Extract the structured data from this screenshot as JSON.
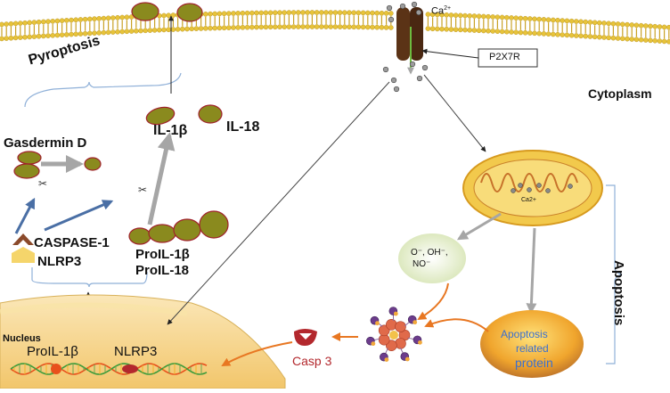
{
  "labels": {
    "ca": "Ca",
    "ca_sup": "2+",
    "p2x7r": "P2X7R",
    "cytoplasm": "Cytoplasm",
    "pyroptosis": "Pyroptosis",
    "apoptosis": "Apoptosis",
    "gasdermin": "Gasdermin D",
    "il1b": "IL-1β",
    "il18": "IL-18",
    "caspase1": "CASPASE-1",
    "nlrp3": "NLRP3",
    "proil1b": "ProIL-1β",
    "proil18": "ProIL-18",
    "mito_ca": "Ca2+",
    "ros_line1": "O⁻, OH⁻,",
    "ros_line2": "NO⁻",
    "nucleus": "Nucleus",
    "gene_proil1b": "ProIL-1β",
    "gene_nlrp3": "NLRP3",
    "casp3": "Casp 3",
    "apop_protein_l1": "Apoptosis",
    "apop_protein_l2": "related",
    "apop_protein_l3": "protein"
  },
  "colors": {
    "membrane_head": "#e7c33a",
    "membrane_tail": "#c9a227",
    "channel": "#5b3316",
    "protein_fill": "#8a8a1e",
    "protein_edge": "#a0212b",
    "arrow_gray": "#a6a6a6",
    "arrow_blue": "#4a6fa5",
    "arrow_orange": "#e87722",
    "caspase_brown": "#8b4a2b",
    "nlrp3_yellow": "#f5d56b",
    "bracket_blue": "#8fb0d8",
    "mito_fill": "#f2c94c",
    "ros_fill": "#e6efcf",
    "nucleus_fill": "#f6dca0",
    "casp3_red": "#b3282d"
  }
}
